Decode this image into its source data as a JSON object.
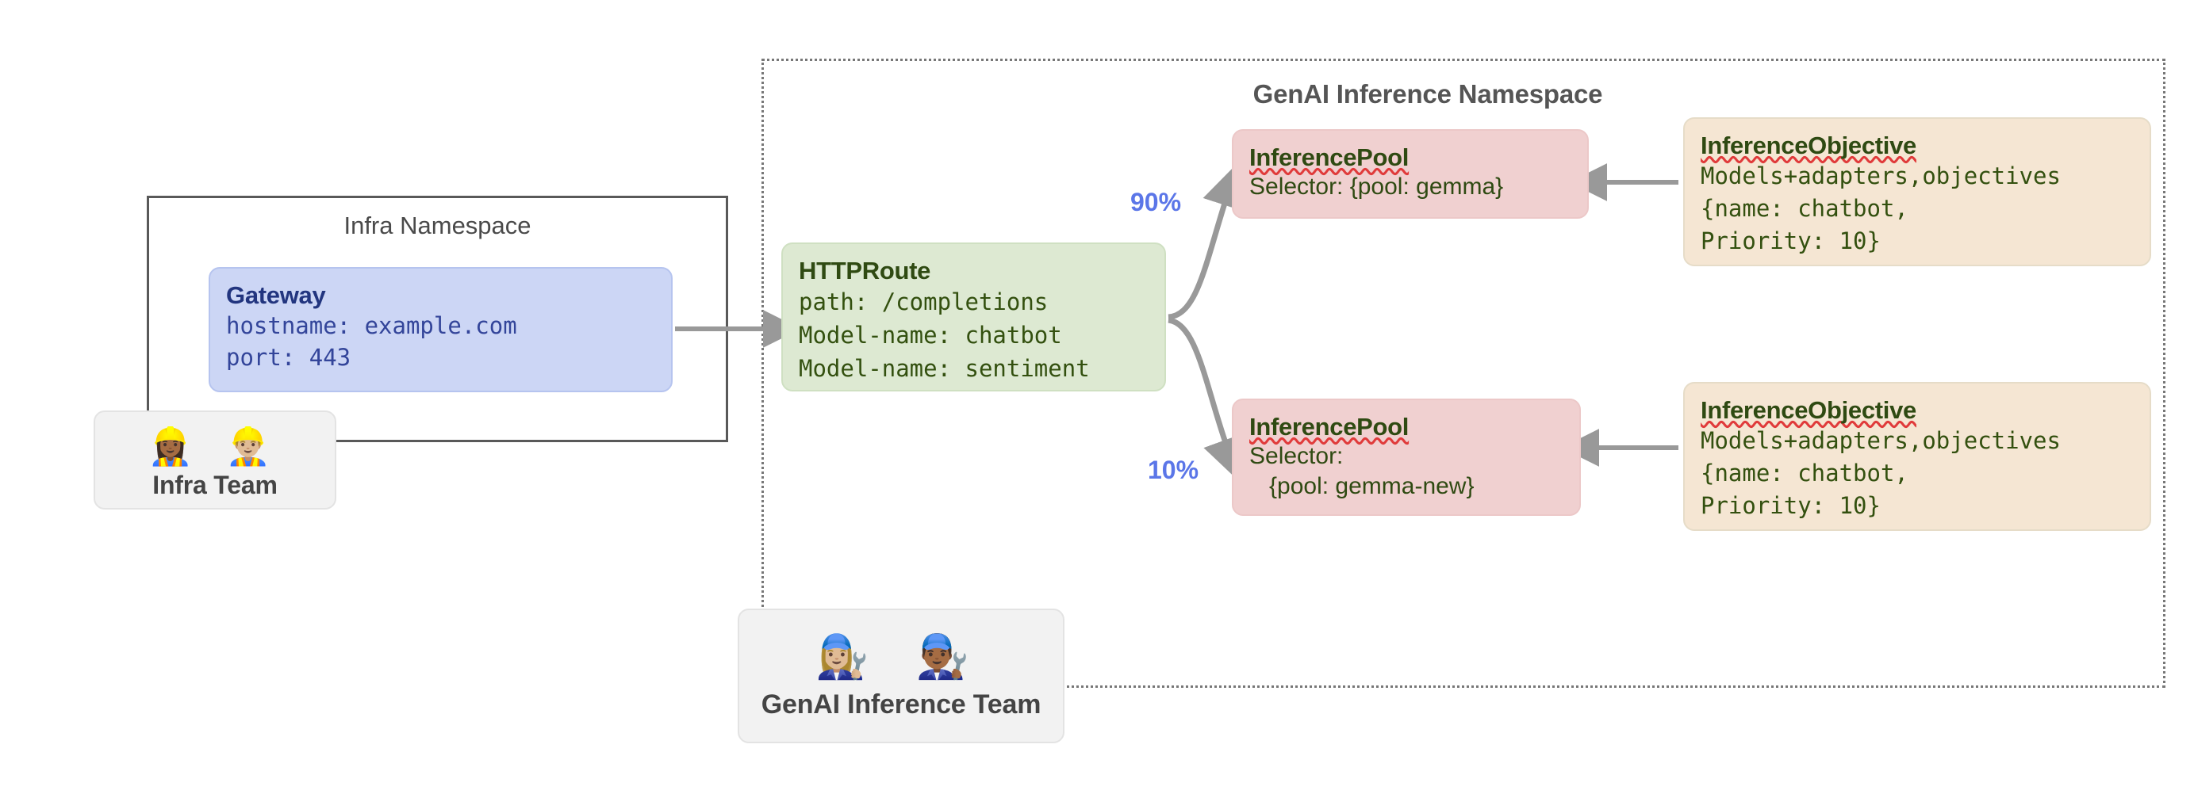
{
  "namespaces": {
    "infra": {
      "title": "Infra Namespace"
    },
    "genai": {
      "title": "GenAI Inference Namespace"
    }
  },
  "gateway": {
    "title": "Gateway",
    "lines": [
      "hostname: example.com",
      "port: 443"
    ]
  },
  "httproute": {
    "title": "HTTPRoute",
    "lines": [
      "path: /completions",
      "Model-name: chatbot",
      "Model-name: sentiment"
    ]
  },
  "inference_pools": [
    {
      "title": "InferencePool",
      "lines": [
        "Selector: {pool: gemma}"
      ],
      "weight": "90%"
    },
    {
      "title": "InferencePool",
      "lines": [
        "Selector:",
        "   {pool: gemma-new}"
      ],
      "weight": "10%"
    }
  ],
  "inference_objectives": [
    {
      "title": "InferenceObjective",
      "lines": [
        "Models+adapters,objectives",
        "{name: chatbot,",
        "Priority: 10}"
      ]
    },
    {
      "title": "InferenceObjective",
      "lines": [
        "Models+adapters,objectives",
        "{name: chatbot,",
        "Priority: 10}"
      ]
    }
  ],
  "teams": [
    {
      "label": "Infra Team",
      "emoji": "👷🏾‍♀️ 👷🏼‍♂️"
    },
    {
      "label": "GenAI Inference Team",
      "emoji": "👩🏼‍🔧 👨🏾‍🔧"
    }
  ],
  "colors": {
    "gateway_fill": "#ccd6f5",
    "httproute_fill": "#dde9d2",
    "pool_fill": "#f0d0d0",
    "objective_fill": "#f5e6d3",
    "team_fill": "#f2f2f2",
    "edge": "#999999",
    "weight_text": "#5b76e8",
    "title_text": "#555555"
  }
}
